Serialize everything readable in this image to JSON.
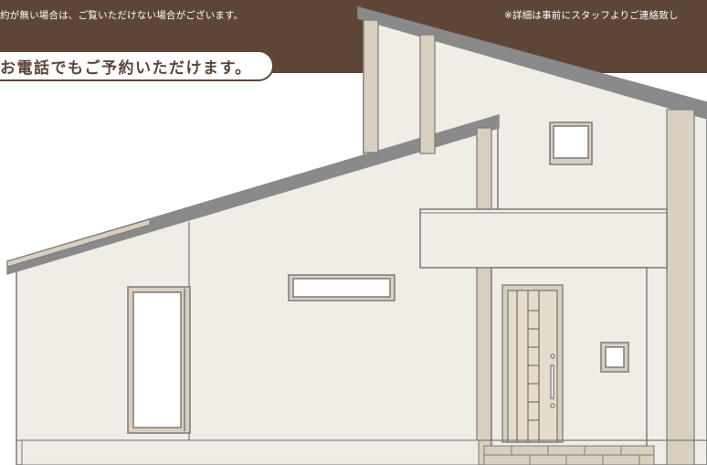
{
  "banner": {
    "notice_left": "約が無い場合は、ご覧いただけない場合がございます。",
    "notice_right": "※詳細は事前にスタッフよりご連絡致し",
    "phone_message": "お電話でもご予約いただけます。"
  },
  "illustration": {
    "subject": "house",
    "colors": {
      "band": "#5d4637",
      "wall": "#f0ede6",
      "roof": "#8a8a8a",
      "roof_edge": "#d8cfbd",
      "pillar": "#d9cfbf",
      "outline": "#7a7a7a",
      "step": "#d9cfbf"
    }
  }
}
